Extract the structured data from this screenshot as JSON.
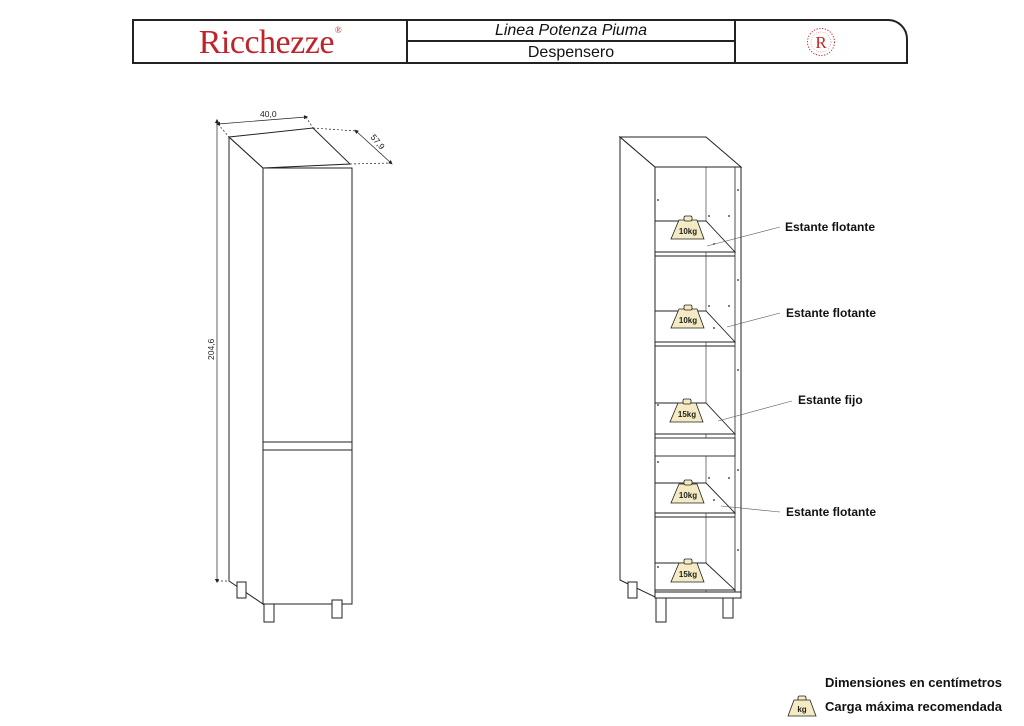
{
  "header": {
    "brand": "Ricchezze",
    "brand_mark": "®",
    "product_line": "Linea Potenza Piuma",
    "product_name": "Despensero",
    "seal_letter": "R"
  },
  "dimensions": {
    "width": "40,0",
    "depth": "57,9",
    "height": "204,6"
  },
  "shelves": [
    {
      "load": "10kg",
      "label": "Estante flotante"
    },
    {
      "load": "10kg",
      "label": "Estante flotante"
    },
    {
      "load": "15kg",
      "label": "Estante fijo"
    },
    {
      "load": "10kg",
      "label": "Estante flotante"
    },
    {
      "load": "15kg",
      "label": ""
    }
  ],
  "notes": {
    "dimensions": "Dimensiones en centímetros",
    "load": "Carga máxima recomendada",
    "legend_icon_text": "kg"
  },
  "colors": {
    "brand_red": "#c0242b",
    "load_tag_fill": "#f4eac3",
    "line": "#222222"
  }
}
